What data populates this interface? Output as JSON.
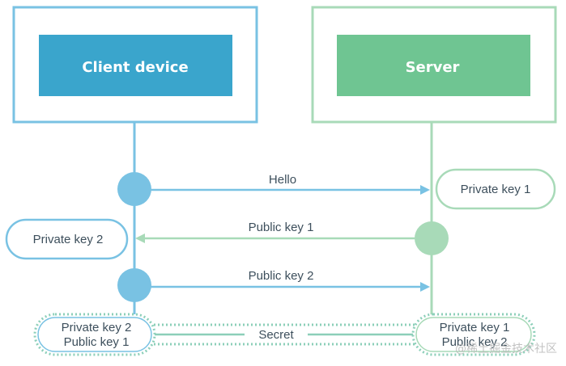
{
  "client": {
    "title": "Client device"
  },
  "server": {
    "title": "Server"
  },
  "messages": {
    "hello": "Hello",
    "public_key_1": "Public key 1",
    "public_key_2": "Public key 2",
    "secret": "Secret"
  },
  "server_private": "Private key 1",
  "client_private": "Private key 2",
  "client_final": {
    "line1": "Private key 2",
    "line2": "Public key 1"
  },
  "server_final": {
    "line1": "Private key 1",
    "line2": "Public key 2"
  },
  "watermark": "@稀土掘金技术社区",
  "colors": {
    "client": "#3aa5cc",
    "client_light": "#79c2e3",
    "server": "#6fc592",
    "server_light": "#a8dab8",
    "text": "#3d4f5c"
  }
}
